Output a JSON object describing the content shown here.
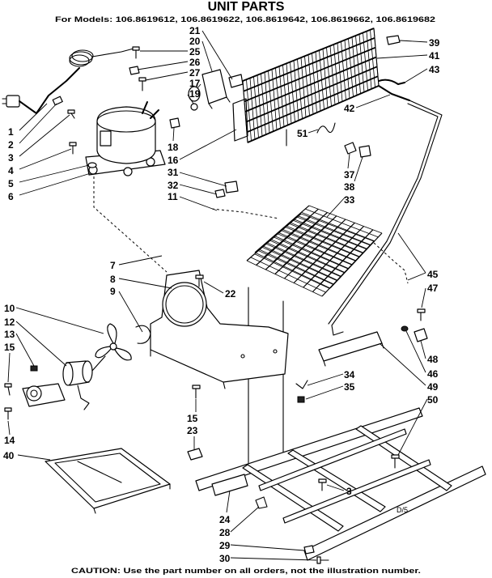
{
  "title": "UNIT PARTS",
  "subtitle": "For Models: 106.8619612, 106.8619622, 106.8619642, 106.8619662, 106.8619682",
  "caution": "CAUTION: Use the part number on all orders, not the illustration number.",
  "page_mark": "D/5",
  "callouts": [
    "1",
    "2",
    "3",
    "4",
    "5",
    "6",
    "21",
    "20",
    "25",
    "26",
    "27",
    "17",
    "19",
    "18",
    "16",
    "31",
    "32",
    "11",
    "39",
    "41",
    "43",
    "42",
    "51",
    "37",
    "38",
    "33",
    "45",
    "47",
    "48",
    "46",
    "49",
    "50",
    "7",
    "8",
    "9",
    "22",
    "10",
    "12",
    "13",
    "15",
    "14",
    "40",
    "15",
    "23",
    "34",
    "35",
    "3",
    "24",
    "28",
    "29",
    "30"
  ]
}
